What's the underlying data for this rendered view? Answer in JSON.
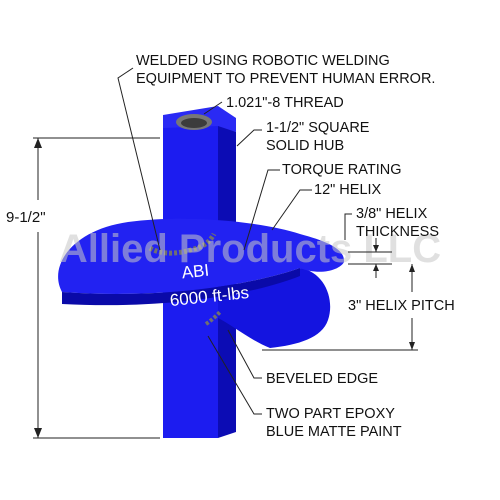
{
  "watermark": "Allied Products LLC",
  "stamp": {
    "line1": "ABI",
    "line2": "6000 ft-lbs"
  },
  "callouts": {
    "welded_line1": "WELDED USING ROBOTIC WELDING",
    "welded_line2": "EQUIPMENT TO PREVENT HUMAN ERROR.",
    "thread": "1.021\"-8 THREAD",
    "hub_line1": "1-1/2\" SQUARE",
    "hub_line2": "SOLID HUB",
    "torque": "TORQUE RATING",
    "helix": "12\" HELIX",
    "thickness_line1": "3/8\" HELIX",
    "thickness_line2": "THICKNESS",
    "pitch": "3\" HELIX PITCH",
    "beveled": "BEVELED EDGE",
    "paint_line1": "TWO PART EPOXY",
    "paint_line2": "BLUE MATTE PAINT"
  },
  "dimensions": {
    "overall_height": "9-1/2\""
  },
  "colors": {
    "blue": "#1c1cf0",
    "blue_dark": "#0c0cb4",
    "blue_light": "#3a3af8",
    "weld": "#6e6e6e"
  }
}
